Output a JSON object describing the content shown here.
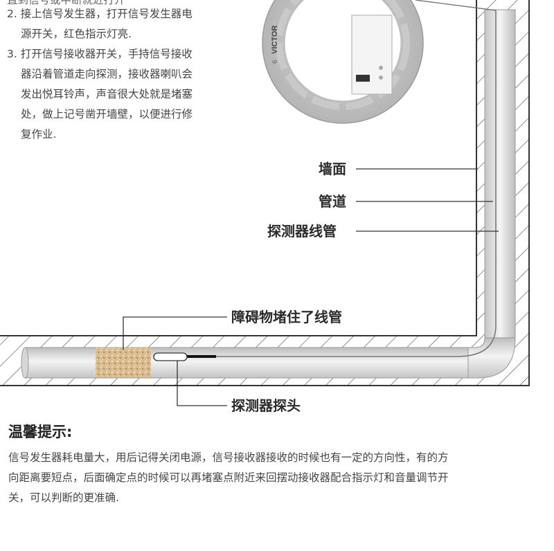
{
  "steps": {
    "step1_partial": "直到信号或中断就近打开",
    "step2": [
      "2. 接上信号发生器，打开信号发生器电",
      "源开关，红色指示灯亮."
    ],
    "step3": [
      "3. 打开信号接收器开关，手持信号接收",
      "器沿着管道走向探测，接收器喇叭会",
      "发出悦耳铃声，声音很大处就是堵塞",
      "处，做上记号凿开墙壁，以便进行修",
      "复作业."
    ]
  },
  "device": {
    "brand": "VICTOR",
    "model": "6"
  },
  "labels": {
    "wall": "墙面",
    "pipe": "管道",
    "probe_cable": "探测器线管",
    "obstacle": "障碍物堵住了线管",
    "probe_head": "探测器探头"
  },
  "tips": {
    "title": "温馨提示:",
    "lines": [
      "信号发生器耗电量大，用后记得关闭电源，信号接收器接收的时候也有一定的方向性，有的方",
      "向距离要短点，后面确定点的时候可以再堵塞点附近来回摆动接收器配合指示灯和音量调节开",
      "关，可以判断的更准确."
    ]
  },
  "colors": {
    "wall_line": "#333333",
    "pipe_fill": "#e8e8e8",
    "reel": "#cfcfcf",
    "obstacle": "#d8b98a"
  }
}
